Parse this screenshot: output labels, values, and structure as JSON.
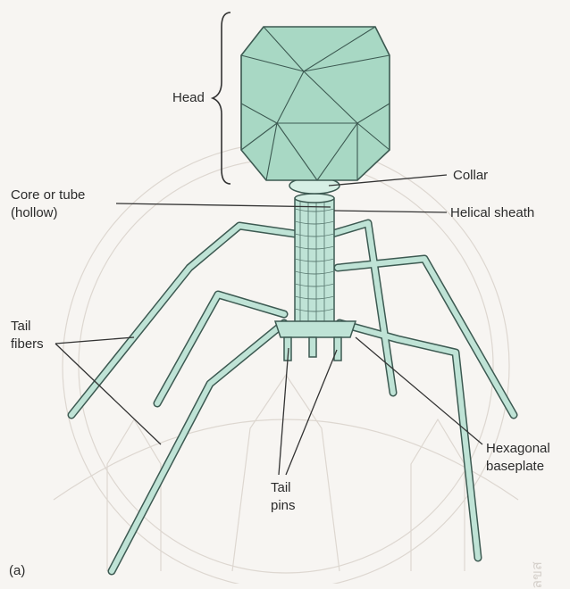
{
  "labels": {
    "head": "Head",
    "collar": "Collar",
    "core_line1": "Core or tube",
    "core_line2": "(hollow)",
    "helical_sheath": "Helical sheath",
    "tail_fibers_line1": "Tail",
    "tail_fibers_line2": "fibers",
    "tail_pins_line1": "Tail",
    "tail_pins_line2": "pins",
    "baseplate_line1": "Hexagonal",
    "baseplate_line2": "baseplate",
    "panel": "(a)"
  },
  "watermark": "ลขส",
  "colors": {
    "head_fill": "#a8d8c4",
    "structure_fill": "#bfe3d6",
    "outline": "#3d5a52",
    "leader": "#333333",
    "background": "#f7f5f2"
  }
}
